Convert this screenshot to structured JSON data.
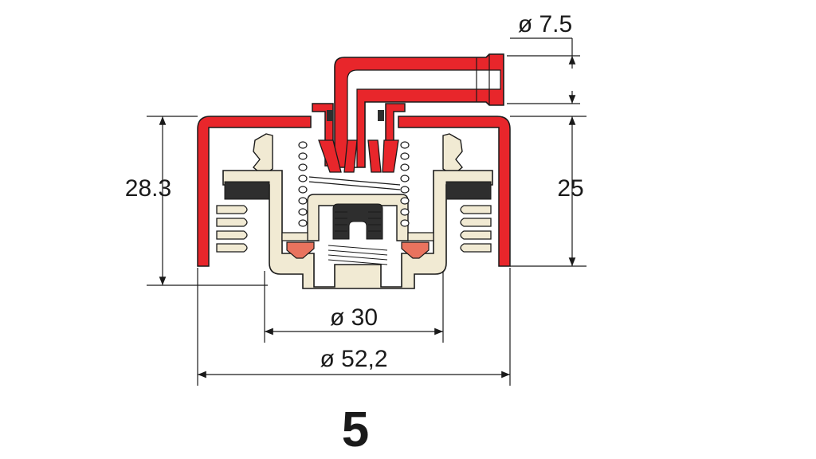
{
  "figure_number": "5",
  "dimensions": {
    "pipe_diameter": "ø 7.5",
    "total_height": "28.3",
    "cap_height": "25",
    "inner_diameter": "ø 30",
    "outer_diameter": "ø 52,2"
  },
  "colors": {
    "cap_red": "#e8262b",
    "insert_cream": "#f1ead3",
    "gasket_dark": "#2e2e2e",
    "seal_orange": "#e9735e",
    "outline": "#1a1a1a"
  }
}
